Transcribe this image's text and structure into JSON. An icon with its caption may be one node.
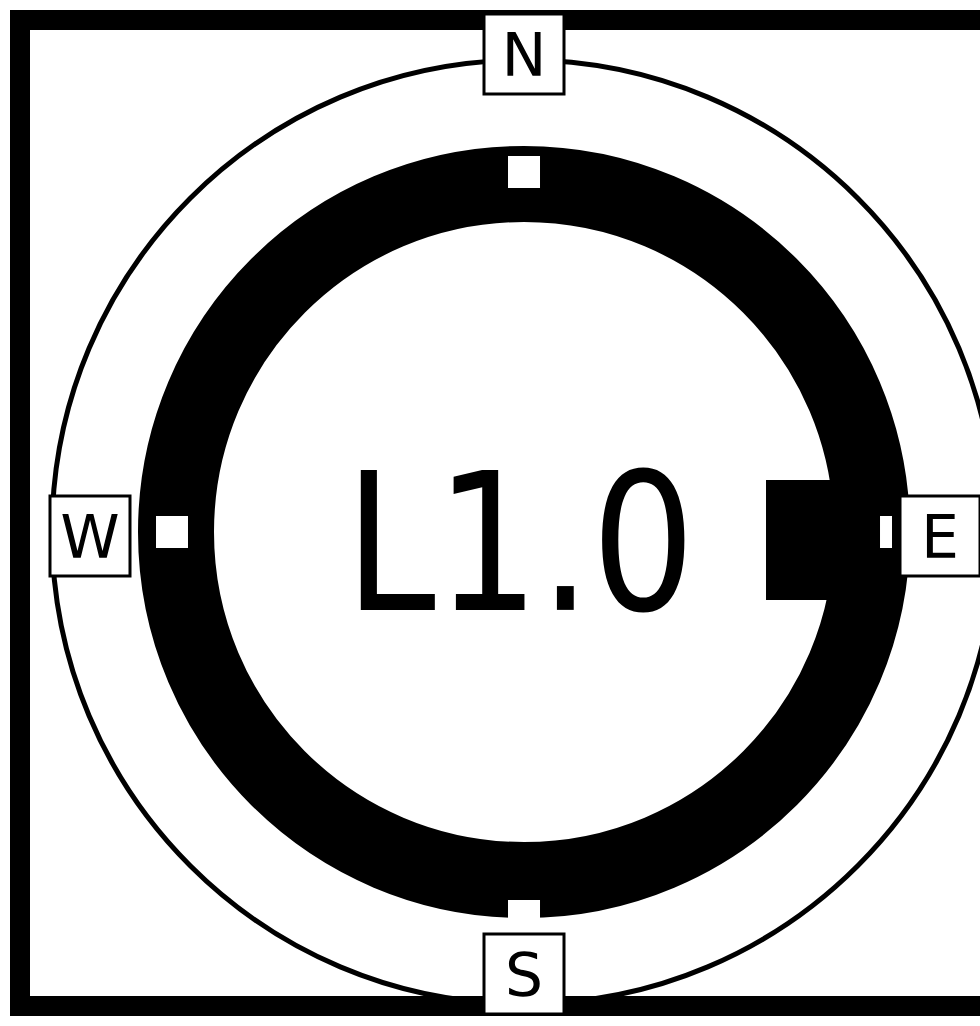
{
  "diagram": {
    "nodes": [
      {
        "text": [
          "N"
        ]
      },
      {
        "text": [
          "W"
        ]
      },
      {
        "text": [
          "E"
        ]
      },
      {
        "text": [
          "S"
        ]
      }
    ],
    "labels": [
      "L1.0"
    ]
  }
}
